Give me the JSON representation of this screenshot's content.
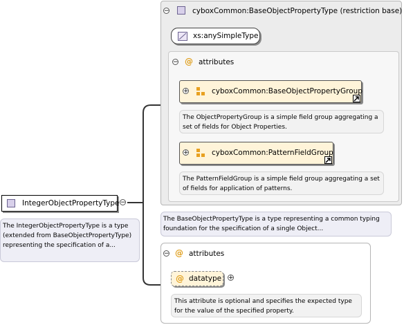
{
  "root": {
    "label": "IntegerObjectPropertyType",
    "description": "The IntegerObjectPropertyType is a type (extended from BaseObjectPropertyType) representing the specification of a..."
  },
  "restriction": {
    "title": "cyboxCommon:BaseObjectPropertyType (restriction base)",
    "simple_type": "xs:anySimpleType",
    "attributes_label": "attributes",
    "groups": [
      {
        "label": "cyboxCommon:BaseObjectPropertyGroup",
        "description": "The ObjectPropertyGroup is a simple field group aggregating a set of fields for Object Properties."
      },
      {
        "label": "cyboxCommon:PatternFieldGroup",
        "description": "The PatternFieldGroup is a simple field group aggregating a set of fields for application of patterns."
      }
    ],
    "description": "The BaseObjectPropertyType is a type representing a common typing foundation for the specification of a single Object..."
  },
  "own_attributes": {
    "label": "attributes",
    "attribute": {
      "name": "datatype",
      "description": "This attribute is optional and specifies the expected type for the value of the specified property."
    }
  },
  "colors": {
    "node_fill": "#fff4d9",
    "panel_fill": "#ececec",
    "type_icon": "#d8d0ea",
    "attr_icon": "#e0a020"
  },
  "icons": [
    "type-icon",
    "attribute-icon",
    "group-icon",
    "link-icon",
    "collapse-icon",
    "expand-icon"
  ]
}
